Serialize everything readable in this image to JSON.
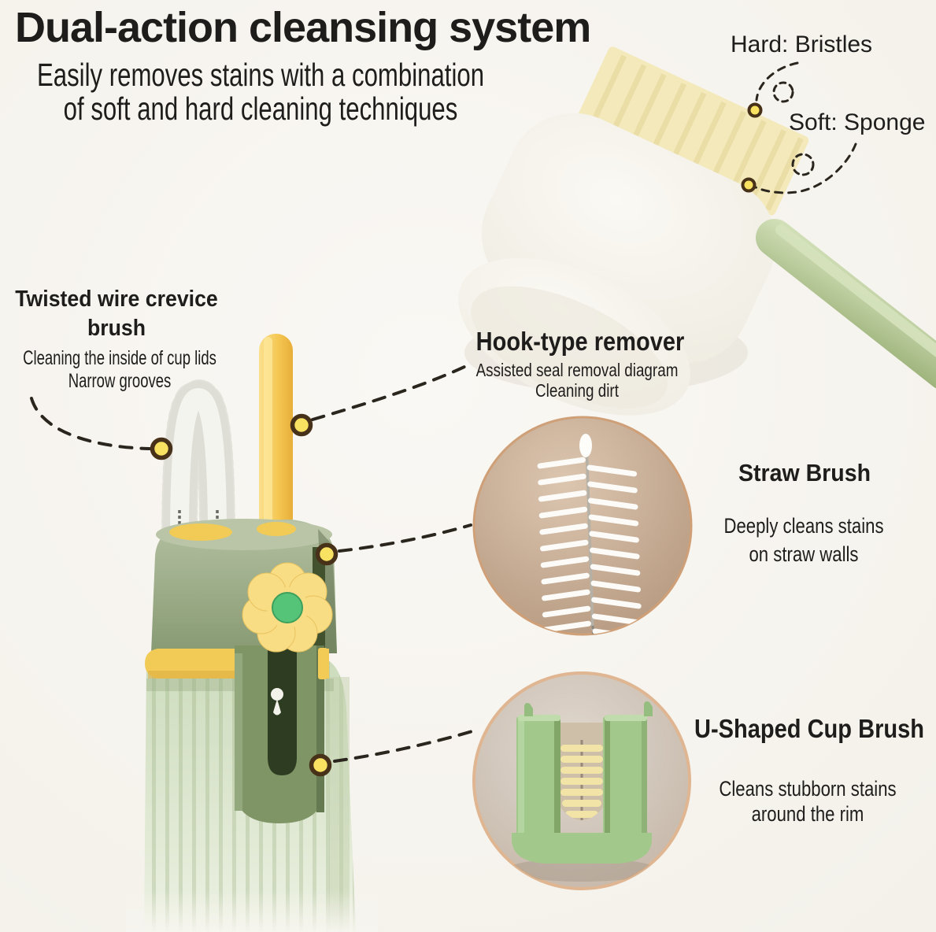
{
  "header": {
    "title": "Dual-action cleansing system",
    "subtitle_line1": "Easily removes stains with a combination",
    "subtitle_line2": "of soft and hard cleaning techniques"
  },
  "brush_head_labels": {
    "hard": "Hard: Bristles",
    "soft": "Soft: Sponge"
  },
  "features": {
    "twisted_wire": {
      "title_line1": "Twisted wire crevice",
      "title_line2": "brush",
      "desc_line1": "Cleaning the inside of cup lids",
      "desc_line2": "Narrow grooves"
    },
    "hook_remover": {
      "title": "Hook-type remover",
      "desc_line1": "Assisted seal removal diagram",
      "desc_line2": "Cleaning dirt"
    },
    "straw_brush": {
      "title": "Straw Brush",
      "desc_line1": "Deeply cleans stains",
      "desc_line2": "on straw walls"
    },
    "u_cup_brush": {
      "title": "U-Shaped Cup Brush",
      "desc_line1": "Cleans stubborn stains",
      "desc_line2": "around the rim"
    }
  },
  "icons": {
    "callout_dot": "yellow-dot-marker",
    "dashed_circle": "dashed-circle-marker",
    "leader_line": "dashed-leader-line"
  },
  "colors": {
    "bg": "#f7f5ef",
    "ink": "#1e1d1b",
    "dash": "#2a261e",
    "dot_fill": "#f9e162",
    "dot_ring": "#473118",
    "yellow": "#f2cb56",
    "yellow_pale": "#f9dd85",
    "flower_center": "#56c478",
    "green_cap": "#97a983",
    "green_cap_light": "#b9c5a6",
    "green_panel": "#7f9566",
    "green_slot": "#2e3d21",
    "green_body": "#d6e2c6",
    "handle": "#b1c492",
    "handle_light": "#d6e3bd",
    "sponge": "#f9f7f2",
    "bristle": "#f3e9bb",
    "bristle_stripe": "#e9dca2",
    "tan_fill": "#cdb29a",
    "tan_ring": "#cfa078",
    "gray_fill": "#d5cabf",
    "gray_ring": "#dfb691",
    "wire": "#ebebe5",
    "u_green": "#a2c88c",
    "u_bristle": "#f2e4a6",
    "cavity": "#cec0a8"
  }
}
